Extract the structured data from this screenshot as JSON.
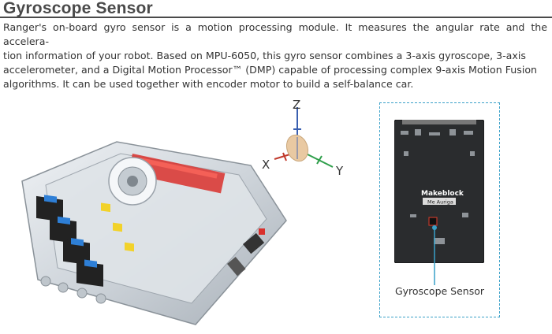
{
  "heading": {
    "title": "Gyroscope Sensor"
  },
  "description": {
    "lines": [
      "Ranger's on-board gyro sensor is a motion processing module. It measures the angular rate and the accelera-",
      "tion information of your robot. Based on MPU-6050, this gyro sensor combines a 3-axis gyroscope, 3-axis",
      "accelerometer, and a Digital Motion Processor™ (DMP) capable of processing complex 9-axis Motion Fusion",
      "algorithms. It can be used together with encoder motor to build a self-balance car."
    ]
  },
  "axes_figure": {
    "z_label": "Z",
    "x_label": "X",
    "y_label": "Y",
    "z_color": "#3a5fb0",
    "x_color": "#c0392b",
    "y_color": "#2e9e4a",
    "disc_color": "#e9c9a2"
  },
  "board_figure": {
    "brand": "Makeblock",
    "model": "Me Auriga",
    "callout_label": "Gyroscope Sensor",
    "callout_color": "#39a0c8"
  },
  "robot_figure": {
    "accent_red": "#d9302c",
    "accent_blue": "#2e7fd6",
    "accent_yellow": "#f2d22a"
  }
}
